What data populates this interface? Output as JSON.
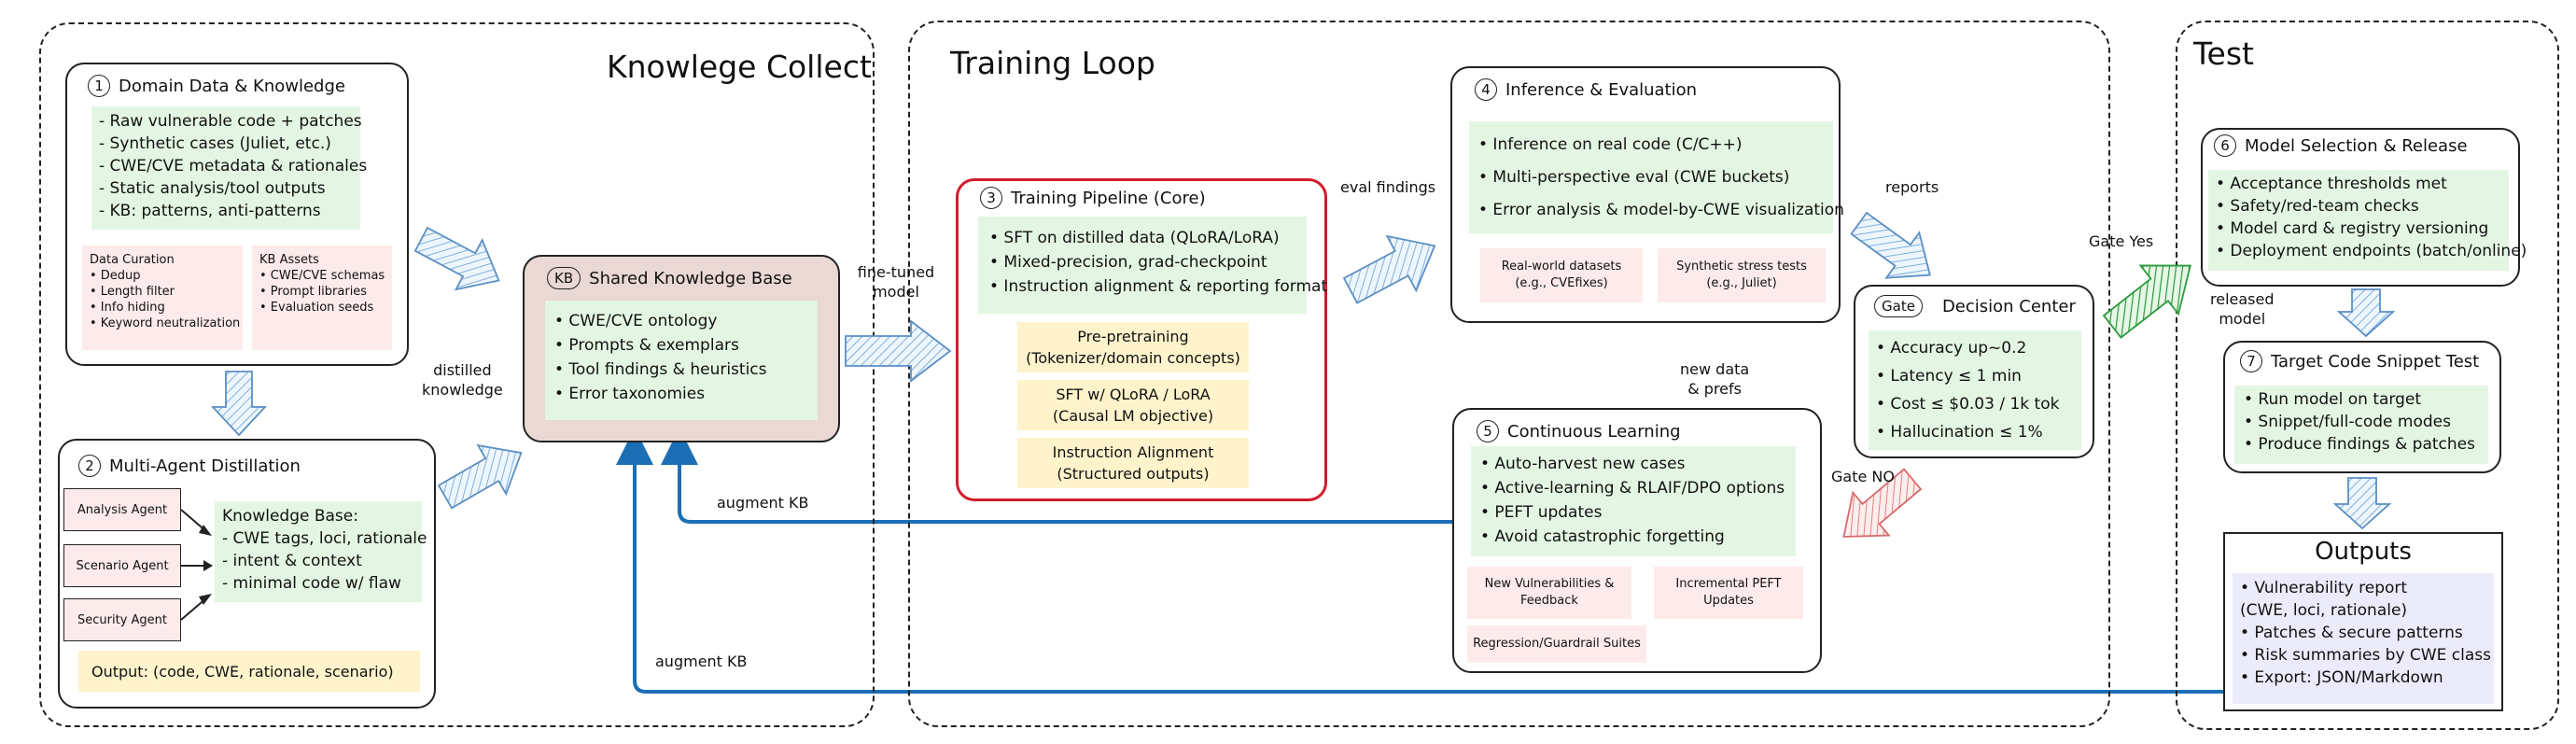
{
  "colors": {
    "accent_red": "#d21c2c",
    "wire_blue": "#1a6fb5",
    "green_fill": "#e3f6e3",
    "pink_fill": "#fcebea",
    "yellow_fill": "#fff3cc",
    "lavender_fill": "#ecebfb"
  },
  "regions": {
    "knowledge_collect": "Knowlege Collect",
    "training_loop": "Training Loop",
    "test": "Test"
  },
  "domain_data": {
    "num": "1",
    "title": "Domain Data & Knowledge",
    "items": [
      "- Raw vulnerable code + patches",
      "- Synthetic cases (Juliet, etc.)",
      "- CWE/CVE metadata & rationales",
      "- Static analysis/tool outputs",
      "- KB: patterns, anti-patterns"
    ],
    "curation": {
      "title": "Data Curation",
      "items": [
        "• Dedup",
        "• Length filter",
        "• Info hiding",
        "• Keyword neutralization"
      ]
    },
    "kb_assets": {
      "title": "KB Assets",
      "items": [
        "• CWE/CVE schemas",
        "• Prompt libraries",
        "• Evaluation seeds"
      ]
    }
  },
  "distillation": {
    "num": "2",
    "title": "Multi-Agent Distillation",
    "agents": [
      "Analysis Agent",
      "Scenario Agent",
      "Security Agent"
    ],
    "kb_title": "Knowledge Base:",
    "kb_items": [
      "- CWE tags, loci, rationale",
      "- intent & context",
      "- minimal code w/ flaw"
    ],
    "output": "Output: (code, CWE, rationale, scenario)"
  },
  "shared_kb": {
    "badge": "KB",
    "title": "Shared Knowledge Base",
    "items": [
      "• CWE/CVE ontology",
      "• Prompts & exemplars",
      "• Tool findings & heuristics",
      "• Error taxonomies"
    ]
  },
  "training": {
    "num": "3",
    "title": "Training Pipeline (Core)",
    "items": [
      "• SFT on distilled data (QLoRA/LoRA)",
      "• Mixed-precision, grad-checkpoint",
      "• Instruction alignment & reporting format"
    ],
    "stages": [
      {
        "line1": "Pre-pretraining",
        "line2": "(Tokenizer/domain concepts)"
      },
      {
        "line1": "SFT w/ QLoRA / LoRA",
        "line2": "(Causal LM objective)"
      },
      {
        "line1": "Instruction Alignment",
        "line2": "(Structured outputs)"
      }
    ]
  },
  "inference": {
    "num": "4",
    "title": "Inference & Evaluation",
    "items": [
      "• Inference on real code (C/C++)",
      "• Multi-perspective eval (CWE buckets)",
      "• Error analysis & model-by-CWE visualization"
    ],
    "datasets": [
      {
        "line1": "Real-world datasets",
        "line2": "(e.g., CVEfixes)"
      },
      {
        "line1": "Synthetic stress tests",
        "line2": "(e.g., Juliet)"
      }
    ]
  },
  "continuous": {
    "num": "5",
    "title": "Continuous Learning",
    "items": [
      "• Auto-harvest new cases",
      "• Active-learning & RLAIF/DPO options",
      "• PEFT updates",
      "• Avoid catastrophic forgetting"
    ],
    "tags": [
      {
        "line1": "New Vulnerabilities &",
        "line2": "Feedback"
      },
      {
        "line1": "Incremental PEFT",
        "line2": "Updates"
      },
      {
        "line1": "Regression/Guardrail Suites",
        "line2": ""
      }
    ]
  },
  "gate": {
    "badge": "Gate",
    "title": "Decision Center",
    "items": [
      "• Accuracy up~0.2",
      "• Latency ≤ 1 min",
      "• Cost ≤ $0.03 / 1k tok",
      "• Hallucination ≤ 1%"
    ]
  },
  "model_selection": {
    "num": "6",
    "title": "Model Selection & Release",
    "items": [
      "• Acceptance thresholds met",
      "• Safety/red-team checks",
      "• Model card & registry versioning",
      "• Deployment endpoints (batch/online)"
    ]
  },
  "target_test": {
    "num": "7",
    "title": "Target Code Snippet Test",
    "items": [
      "• Run model on target",
      "• Snippet/full-code modes",
      "• Produce findings & patches"
    ]
  },
  "outputs": {
    "title": "Outputs",
    "items": [
      "• Vulnerability report",
      "(CWE, loci, rationale)",
      "• Patches & secure patterns",
      "• Risk summaries by CWE class",
      "• Export: JSON/Markdown"
    ]
  },
  "labels": {
    "distilled_knowledge": [
      "distilled",
      "knowledge"
    ],
    "fine_tuned_model": [
      "fine-tuned",
      "model"
    ],
    "eval_findings": "eval findings",
    "reports": "reports",
    "gate_yes": "Gate Yes",
    "gate_no": "Gate NO",
    "new_data_prefs": [
      "new data",
      "& prefs"
    ],
    "released_model": [
      "released",
      "model"
    ],
    "augment_kb_1": "augment KB",
    "augment_kb_2": "augment KB"
  }
}
